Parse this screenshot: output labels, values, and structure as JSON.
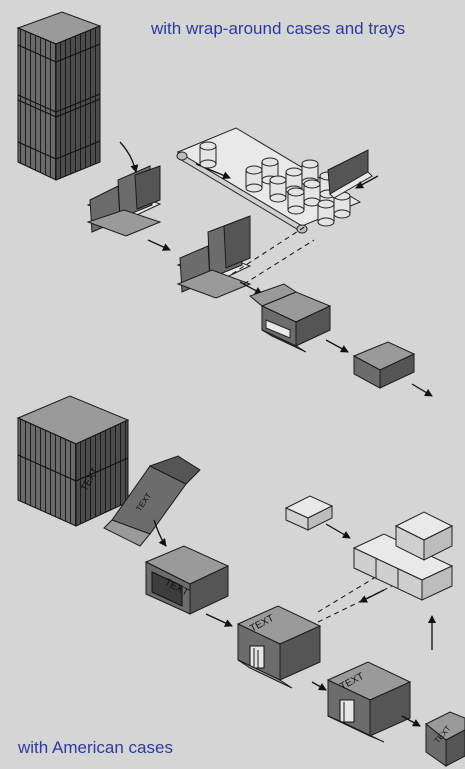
{
  "captions": {
    "top": "with wrap-around cases and trays",
    "bottom": "with American cases"
  },
  "box_labels": {
    "text": "TEXT"
  },
  "colors": {
    "background": "#d6d6d6",
    "caption": "#2e3a9e",
    "dark_face": "#555555",
    "light_face": "#e9e9e9"
  }
}
